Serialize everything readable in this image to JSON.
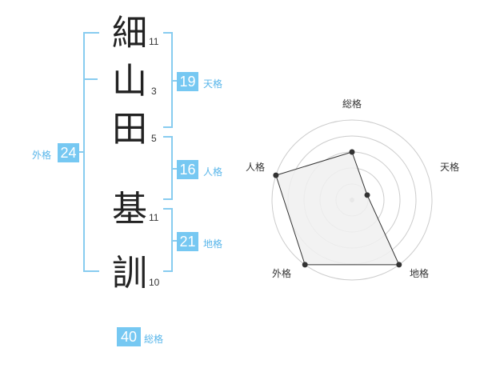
{
  "name": {
    "chars": [
      {
        "char": "細",
        "strokes": "11"
      },
      {
        "char": "山",
        "strokes": "3"
      },
      {
        "char": "田",
        "strokes": "5"
      },
      {
        "char": "基",
        "strokes": "11"
      },
      {
        "char": "訓",
        "strokes": "10"
      }
    ]
  },
  "fortunes": {
    "tenkaku": {
      "value": "19",
      "label": "天格"
    },
    "jinkaku": {
      "value": "16",
      "label": "人格"
    },
    "chikaku": {
      "value": "21",
      "label": "地格"
    },
    "gaikaku": {
      "value": "24",
      "label": "外格"
    },
    "soukaku": {
      "value": "40",
      "label": "総格"
    }
  },
  "chart_data": {
    "type": "radar",
    "axes": [
      "総格",
      "天格",
      "地格",
      "外格",
      "人格"
    ],
    "max": 5,
    "values": [
      3,
      1,
      5,
      5,
      5
    ],
    "colors": {
      "fill": "#f0f0f0",
      "line": "#333333",
      "grid": "#cccccc",
      "point": "#333333"
    }
  }
}
